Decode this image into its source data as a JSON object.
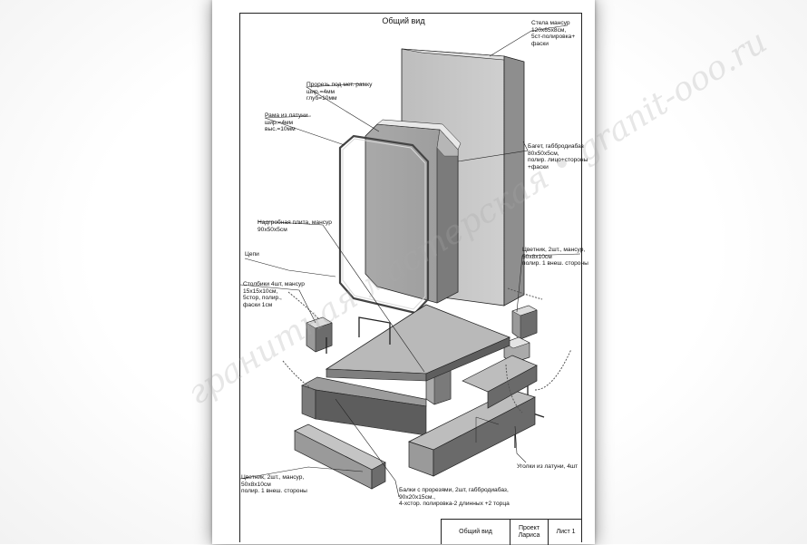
{
  "drawing": {
    "title": "Общий вид",
    "callouts": {
      "stela": "Стела мансур\n120х65х8см,\n5ст-полировка+\nфаски",
      "slot": "Прорезь под мет. рамку\nшир.=4мм\nглуб=10мм",
      "frame": "Рама из латуни\nшир.=4мм\nвыс.=10мм",
      "baget": "Багет, габбродиабаз\n80х50х5см,\nполир. лицо+стороны\n+фаски",
      "slab": "Надгробная плита, мансур\n90х50х5см",
      "chains": "Цепи",
      "posts": "Столбики 4шт, мансур\n15х15х10см,\n5стор, полир.,\nфаски 1см",
      "flowerbed_right": "Цветник, 2шт., мансур,\n50х8х10см\nполир. 1 внеш. стороны",
      "flowerbed_left": "Цветник, 2шт., мансур,\n50х8х10см\nполир. 1 внеш. стороны",
      "corners": "Уголки из латуни, 4шт",
      "beams": "Балки с прорезями, 2шт, габбродиабаз,\n90х20х15см.,\n4-хстор. полировка-2 длинных +2 торца"
    },
    "title_block": {
      "name": "Общий вид",
      "project": "Проект\nЛариса",
      "sheet": "Лист 1"
    },
    "watermark": "гранитная мастерская • granit-ooo.ru"
  },
  "colors": {
    "stone_face": "#c9c9c9",
    "stone_side": "#8d8d8d",
    "stone_top": "#e4e4e4",
    "dark_stone": "#5f5f5f",
    "line": "#222222"
  }
}
